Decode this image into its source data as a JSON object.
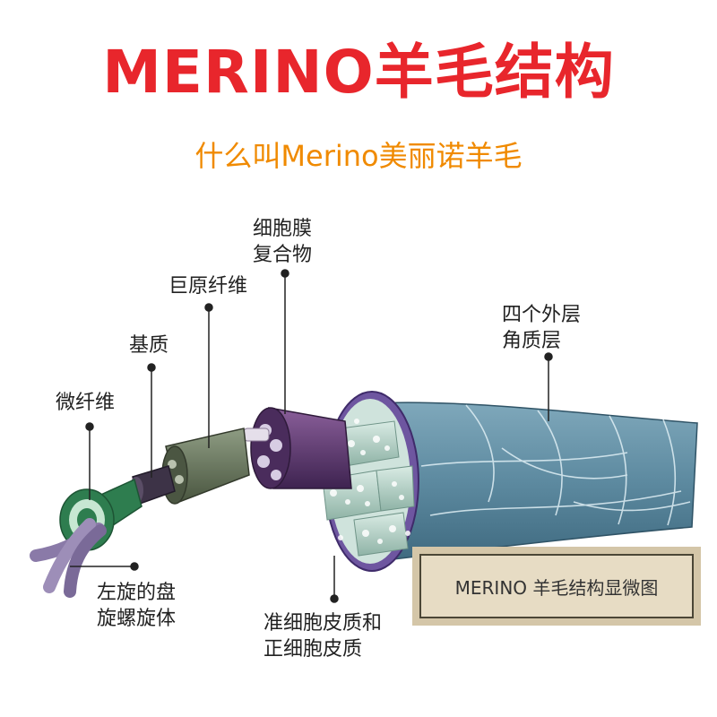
{
  "header": {
    "title": "MERINO羊毛结构",
    "subtitle": "什么叫Merino美丽诺羊毛"
  },
  "labels": {
    "membrane_l1": "细胞膜",
    "membrane_l2": "复合物",
    "macrofibril": "巨原纤维",
    "matrix": "基质",
    "microfibril": "微纤维",
    "helix_l1": "左旋的盘",
    "helix_l2": "旋螺旋体",
    "cortex_l1": "准细胞皮质和",
    "cortex_l2": "正细胞皮质",
    "cuticle_l1": "四个外层",
    "cuticle_l2": "角质层"
  },
  "caption": "MERINO 羊毛结构显微图",
  "colors": {
    "title": "#e8262c",
    "subtitle": "#f08a00",
    "cuticle": "#5d8aa0",
    "cortex": "#a9c9bd",
    "membrane": "#5f3a6e",
    "macrofibril": "#6b7a60",
    "matrix": "#3d3347",
    "microfibril": "#2e7d4f",
    "helix": "#8a7aa8"
  }
}
